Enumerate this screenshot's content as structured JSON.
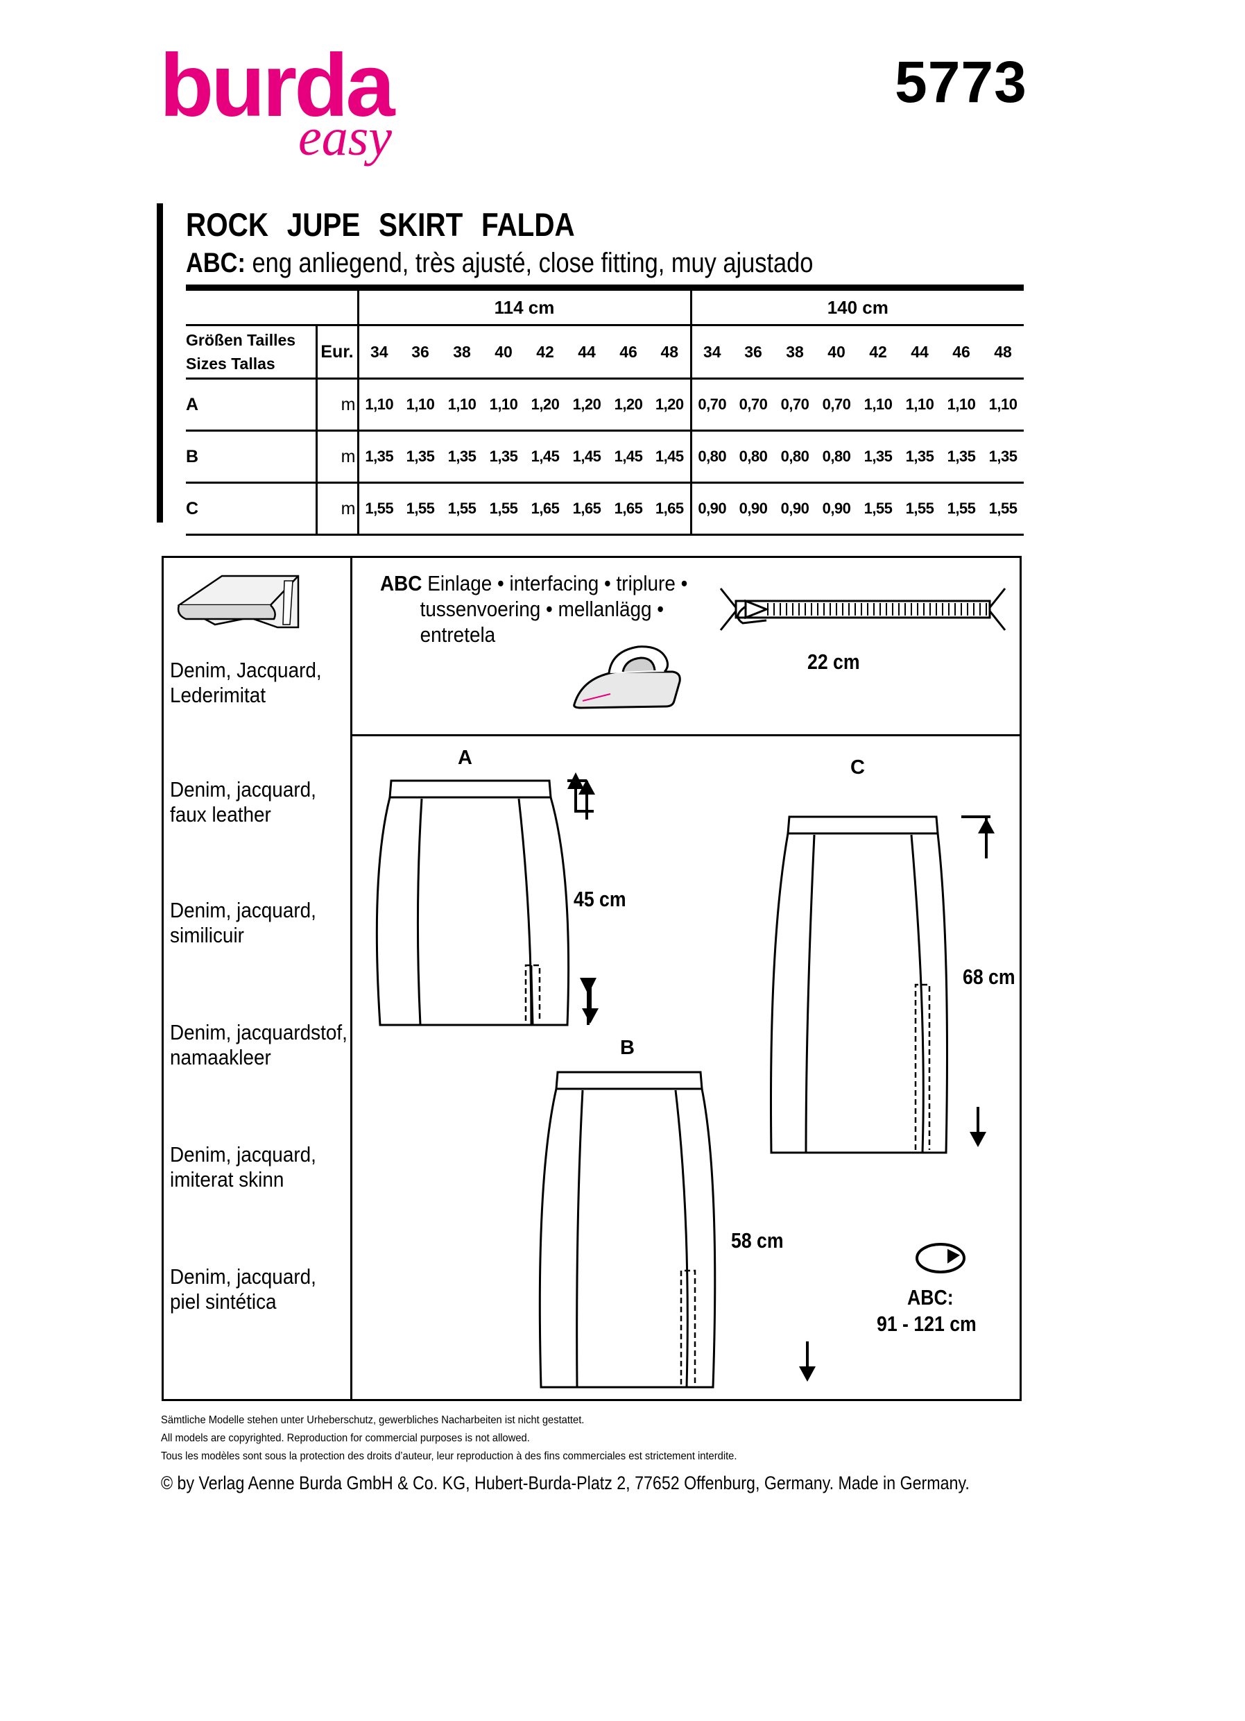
{
  "header": {
    "brand": "burda",
    "brand_sub": "easy",
    "pattern_number": "5773",
    "title": "ROCK JUPE SKIRT FALDA",
    "fit_prefix": "ABC:",
    "fit_text": "eng anliegend, très ajusté, close fitting, muy ajustado"
  },
  "yardage": {
    "widths": [
      "114 cm",
      "140 cm"
    ],
    "sizes_label_line1": "Größen  Tailles",
    "sizes_label_line2": "Sizes  Tallas",
    "eur_label": "Eur.",
    "sizes": [
      "34",
      "36",
      "38",
      "40",
      "42",
      "44",
      "46",
      "48"
    ],
    "unit": "m",
    "rows": [
      {
        "view": "A",
        "w114": [
          "1,10",
          "1,10",
          "1,10",
          "1,10",
          "1,20",
          "1,20",
          "1,20",
          "1,20"
        ],
        "w140": [
          "0,70",
          "0,70",
          "0,70",
          "0,70",
          "1,10",
          "1,10",
          "1,10",
          "1,10"
        ]
      },
      {
        "view": "B",
        "w114": [
          "1,35",
          "1,35",
          "1,35",
          "1,35",
          "1,45",
          "1,45",
          "1,45",
          "1,45"
        ],
        "w140": [
          "0,80",
          "0,80",
          "0,80",
          "0,80",
          "1,35",
          "1,35",
          "1,35",
          "1,35"
        ]
      },
      {
        "view": "C",
        "w114": [
          "1,55",
          "1,55",
          "1,55",
          "1,55",
          "1,65",
          "1,65",
          "1,65",
          "1,65"
        ],
        "w140": [
          "0,90",
          "0,90",
          "0,90",
          "0,90",
          "1,55",
          "1,55",
          "1,55",
          "1,55"
        ]
      }
    ]
  },
  "fabrics": [
    {
      "line1": "Denim, Jacquard,",
      "line2": "Lederimitat"
    },
    {
      "line1": "Denim, jacquard,",
      "line2": "faux leather"
    },
    {
      "line1": "Denim, jacquard,",
      "line2": "similicuir"
    },
    {
      "line1": "Denim, jacquardstof,",
      "line2": "namaakleer"
    },
    {
      "line1": "Denim, jacquard,",
      "line2": "imiterat skinn"
    },
    {
      "line1": "Denim, jacquard,",
      "line2": "piel sintética"
    }
  ],
  "notions": {
    "interfacing_prefix": "ABC",
    "interfacing_line1": "Einlage • interfacing • triplure •",
    "interfacing_line2": "tussenvoering • mellanlägg •",
    "interfacing_line3": "entretela",
    "zipper_length": "22 cm"
  },
  "views": {
    "a_label": "A",
    "a_length": "45 cm",
    "b_label": "B",
    "b_length": "58 cm",
    "c_label": "C",
    "c_length": "68 cm",
    "waist_prefix": "ABC:",
    "waist_range": "91 - 121 cm"
  },
  "footer": {
    "line_de": "Sämtliche Modelle stehen unter Urheberschutz, gewerbliches Nacharbeiten ist nicht gestattet.",
    "line_en": "All models are copyrighted. Reproduction for commercial purposes is not allowed.",
    "line_fr": "Tous les modèles sont sous la protection des droits d’auteur, leur reproduction à des fins commerciales est strictement interdite.",
    "copyright": "© by Verlag Aenne Burda GmbH & Co. KG, Hubert-Burda-Platz 2, 77652 Offenburg, Germany. Made in Germany."
  },
  "colors": {
    "brand": "#e6007e"
  }
}
